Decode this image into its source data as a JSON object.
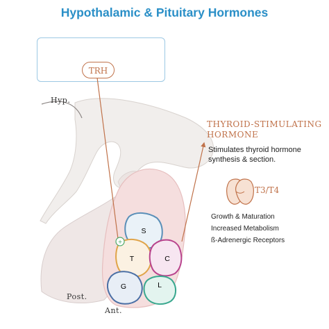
{
  "title": "Hypothalamic & Pituitary Hormones",
  "releasing_hormone": "TRH",
  "region_labels": {
    "hypothalamus": "Hyp.",
    "posterior": "Post.",
    "anterior": "Ant."
  },
  "target_hormone": {
    "title_line1": "THYROID-STIMULATING",
    "title_line2": "HORMONE",
    "description_line1": "Stimulates thyroid hormone",
    "description_line2": "synthesis & section."
  },
  "thyroid_output": "T3/T4",
  "effects": [
    "Growth & Maturation",
    "Increased Metabolism",
    "ß-Adrenergic Receptors"
  ],
  "cells": [
    {
      "label": "S",
      "color": "#5a8fb8"
    },
    {
      "label": "T",
      "color": "#e0a449"
    },
    {
      "label": "C",
      "color": "#b8438c"
    },
    {
      "label": "G",
      "color": "#4a6fa5"
    },
    {
      "label": "L",
      "color": "#3aa88f"
    }
  ],
  "stimulation_symbol": "+",
  "colors": {
    "title": "#2a8fc7",
    "accent": "#c0724a",
    "pituitary_fill": "#f5dede",
    "brain_fill": "#f1eeec"
  }
}
